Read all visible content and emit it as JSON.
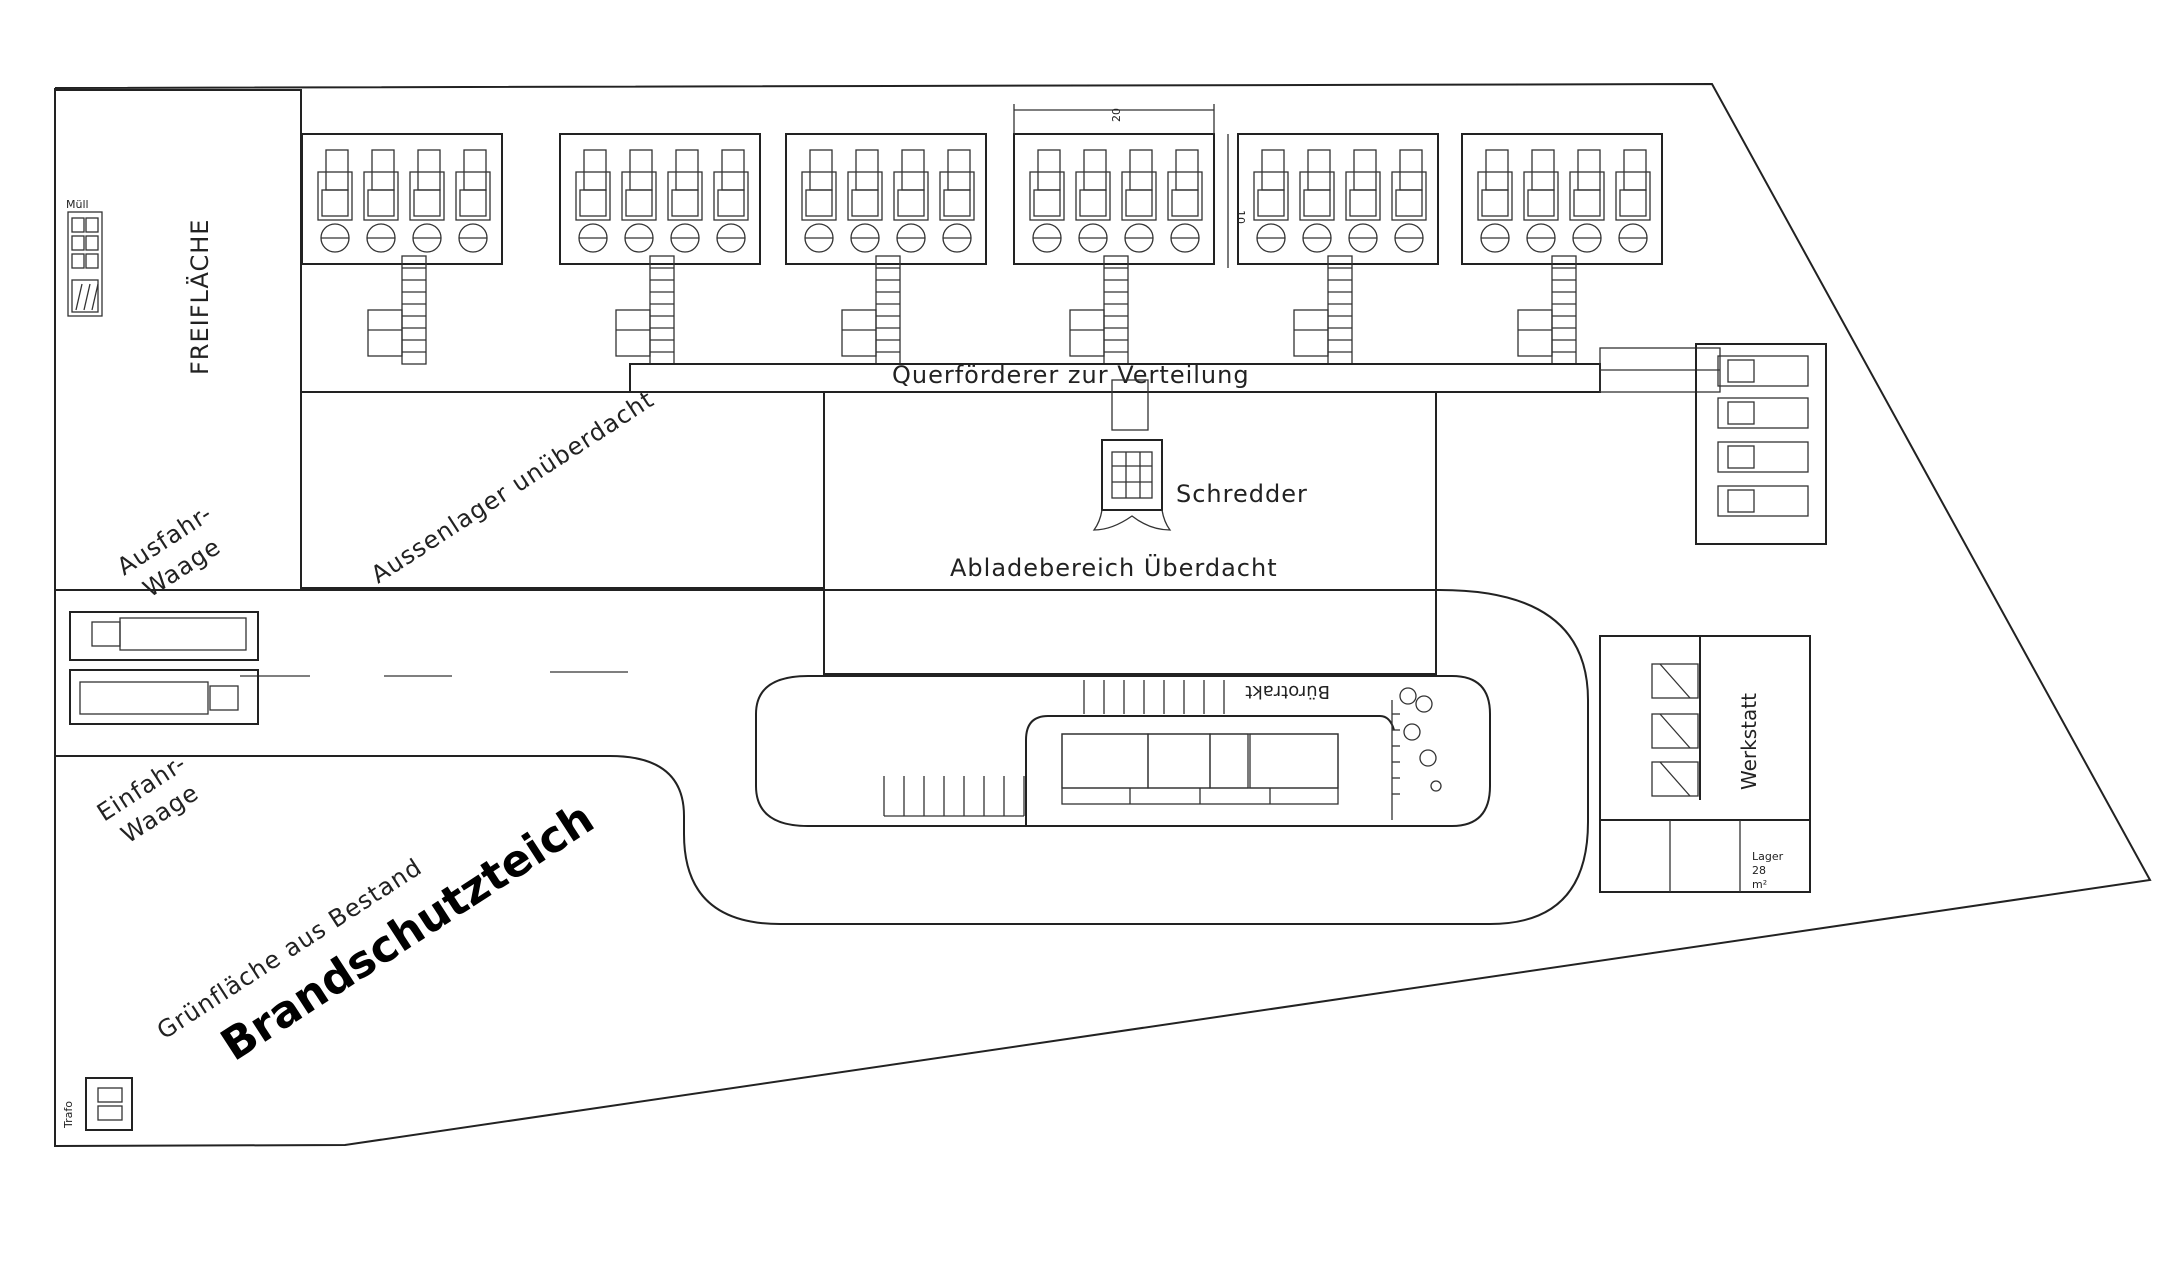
{
  "labels": {
    "freiflaeche": "FREIFLÄCHE",
    "muell": "Müll",
    "querfoerderer": "Querförderer zur Verteilung",
    "schredder": "Schredder",
    "abladebereich": "Abladebereich Überdacht",
    "aussenlager": "Aussenlager unüberdacht",
    "ausfahr_line1": "Ausfahr-",
    "ausfahr_line2": "Waage",
    "einfahr_line1": "Einfahr-",
    "einfahr_line2": "Waage",
    "buerotrakt": "Bürotrakt",
    "werkstatt": "Werkstatt",
    "lager_line1": "Lager",
    "lager_line2": "28",
    "lager_line3": "m²",
    "gruenflaeche": "Grünfläche aus Bestand",
    "brandschutzteich": "Brandschutzteich",
    "trafo": "Trafo",
    "dim_width": "20",
    "dim_height": "10"
  }
}
